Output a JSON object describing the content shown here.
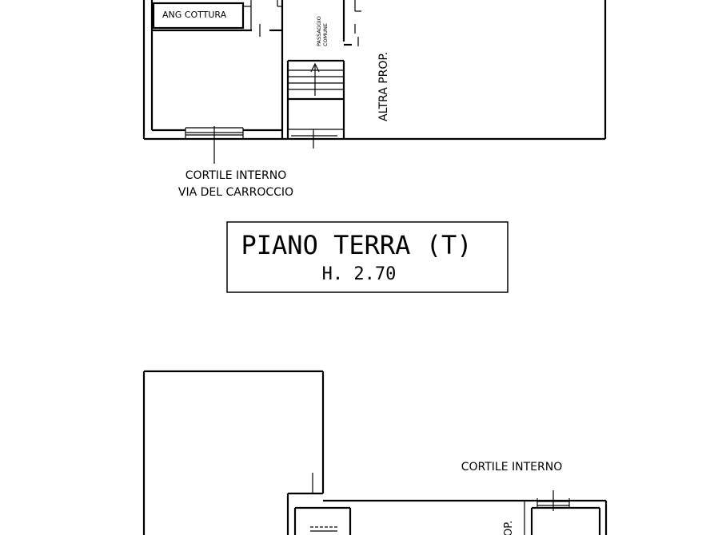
{
  "upper_plan": {
    "room_label": "ANG COTTURA",
    "passage_label_line1": "PASSAGGIO",
    "passage_label_line2": "COMUNE",
    "neighbor_label": "ALTRA PROP.",
    "courtyard_line1": "CORTILE INTERNO",
    "courtyard_line2": "VIA DEL CARROCCIO"
  },
  "title_box": {
    "title": "PIANO TERRA (T)",
    "height": "H. 2.70"
  },
  "lower_plan": {
    "courtyard_label": "CORTILE INTERNO",
    "neighbor_label_partial": "OP."
  }
}
